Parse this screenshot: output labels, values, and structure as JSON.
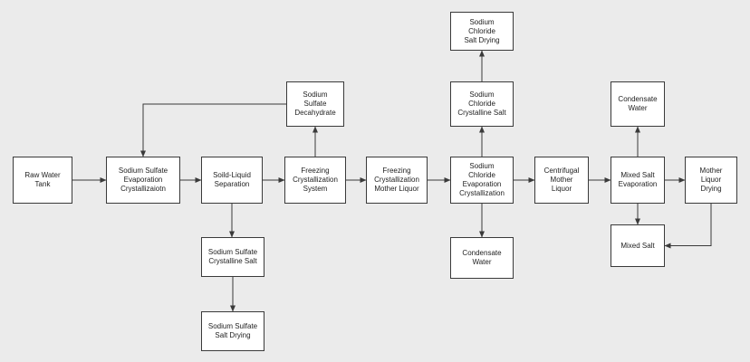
{
  "diagram": {
    "colors": {
      "background": "#ebebeb",
      "node_fill": "#ffffff",
      "stroke": "#3a3a3a",
      "text": "#222222"
    },
    "nodes": {
      "raw_water_tank": "Raw Water Tank",
      "sodium_sulfate_evaporation": "Sodium Sulfate\nEvaporation\nCrystallizaiotn",
      "solid_liquid_separation": "Soild-Liquid\nSeparation",
      "freezing_crystallization_system": "Freezing\nCrystallization\nSystem",
      "sodium_sulfate_decahydrate": "Sodium\nSulfate\nDecahydrate",
      "freezing_mother_liquor": "Freezing\nCrystallization\nMother Liquor",
      "sodium_chloride_evaporation": "Sodium\nChloride\nEvaporation\nCrystallization",
      "sodium_chloride_crystalline_salt": "Sodium\nChloride\nCrystalline Salt",
      "sodium_chloride_salt_drying": "Sodium\nChloride\nSalt Drying",
      "condensate_water_1": "Condensate\nWater",
      "centrifugal_mother_liquor": "Centrifugal\nMother\nLiquor",
      "mixed_salt_evaporation": "Mixed Salt\nEvaporation",
      "condensate_water_2": "Condensate\nWater",
      "mother_liquor_drying": "Mother\nLiquor\nDrying",
      "mixed_salt": "Mixed Salt",
      "sodium_sulfate_crystalline_salt": "Sodium Sulfate\nCrystalline Salt",
      "sodium_sulfate_salt_drying": "Sodium Sulfate\nSalt Drying"
    },
    "edges": [
      {
        "from": "raw_water_tank",
        "to": "sodium_sulfate_evaporation"
      },
      {
        "from": "sodium_sulfate_evaporation",
        "to": "solid_liquid_separation"
      },
      {
        "from": "solid_liquid_separation",
        "to": "freezing_crystallization_system"
      },
      {
        "from": "freezing_crystallization_system",
        "to": "sodium_sulfate_decahydrate"
      },
      {
        "from": "sodium_sulfate_decahydrate",
        "to": "sodium_sulfate_evaporation"
      },
      {
        "from": "freezing_crystallization_system",
        "to": "freezing_mother_liquor"
      },
      {
        "from": "freezing_mother_liquor",
        "to": "sodium_chloride_evaporation"
      },
      {
        "from": "sodium_chloride_evaporation",
        "to": "sodium_chloride_crystalline_salt"
      },
      {
        "from": "sodium_chloride_crystalline_salt",
        "to": "sodium_chloride_salt_drying"
      },
      {
        "from": "sodium_chloride_evaporation",
        "to": "condensate_water_1"
      },
      {
        "from": "sodium_chloride_evaporation",
        "to": "centrifugal_mother_liquor"
      },
      {
        "from": "centrifugal_mother_liquor",
        "to": "mixed_salt_evaporation"
      },
      {
        "from": "mixed_salt_evaporation",
        "to": "condensate_water_2"
      },
      {
        "from": "mixed_salt_evaporation",
        "to": "mother_liquor_drying"
      },
      {
        "from": "mixed_salt_evaporation",
        "to": "mixed_salt"
      },
      {
        "from": "mother_liquor_drying",
        "to": "mixed_salt"
      },
      {
        "from": "solid_liquid_separation",
        "to": "sodium_sulfate_crystalline_salt"
      },
      {
        "from": "sodium_sulfate_crystalline_salt",
        "to": "sodium_sulfate_salt_drying"
      }
    ]
  }
}
